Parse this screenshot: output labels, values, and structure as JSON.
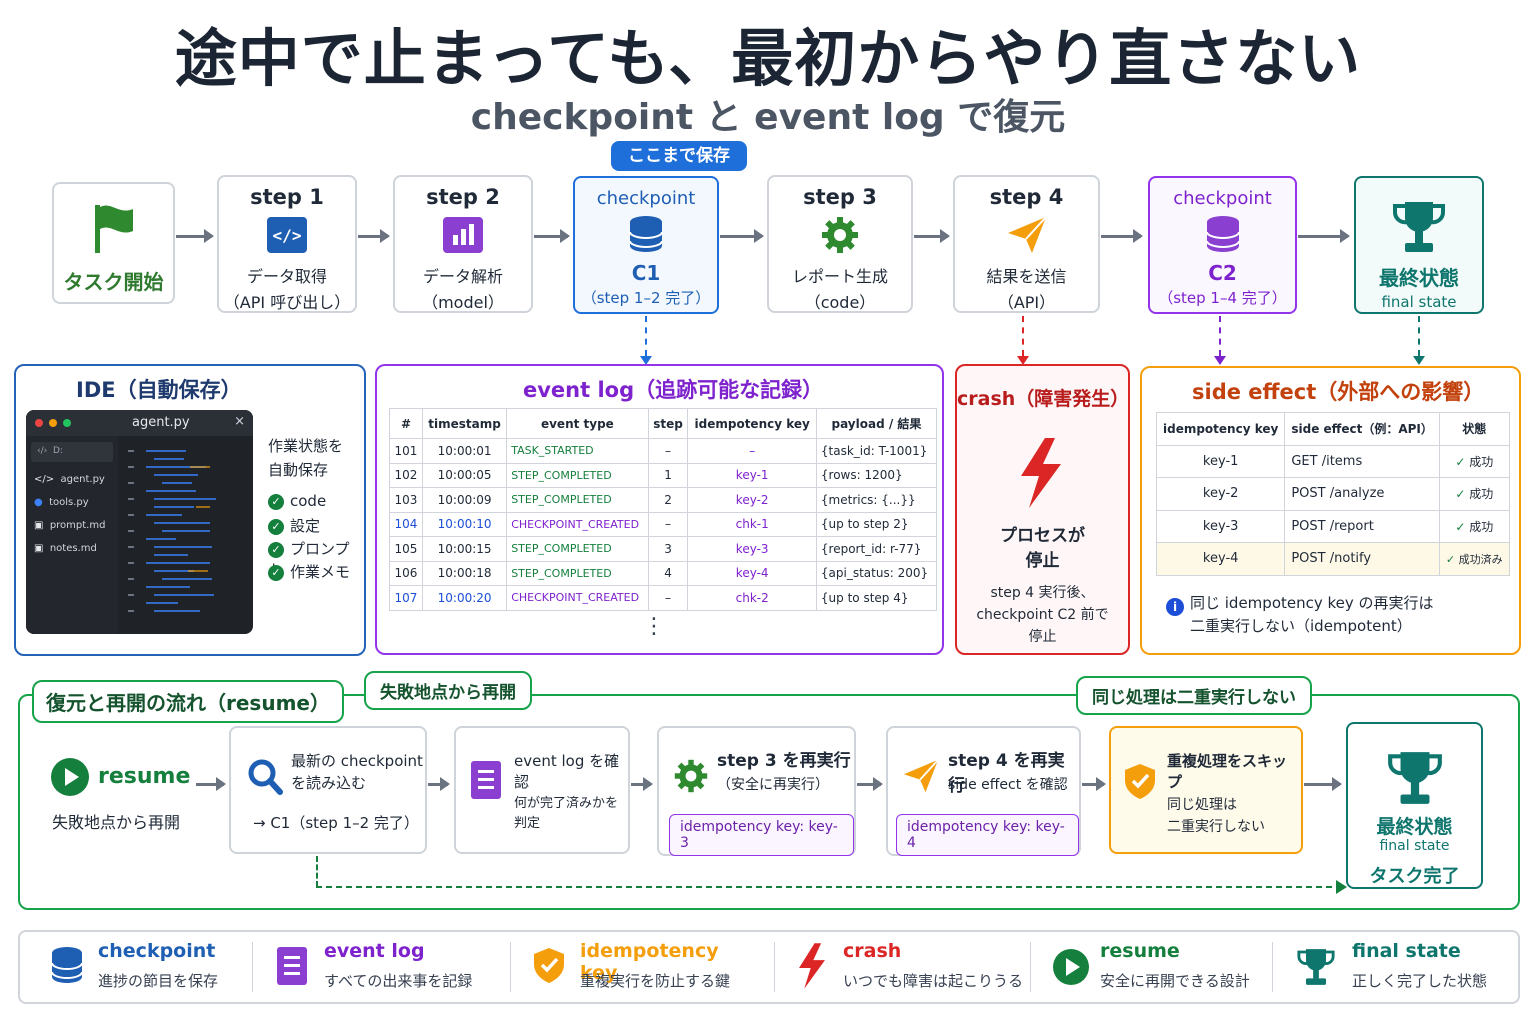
{
  "title": "途中で止まっても、最初からやり直さない",
  "subtitle": "checkpoint と event log で復元",
  "flow": {
    "start_label": "タスク開始",
    "saved_here": "ここまで保存",
    "step1": {
      "head": "step 1",
      "l1": "データ取得",
      "l2": "（API 呼び出し）"
    },
    "step2": {
      "head": "step 2",
      "l1": "データ解析",
      "l2": "（model）"
    },
    "cp1": {
      "head": "checkpoint",
      "l1": "C1",
      "l2": "（step 1–2 完了）"
    },
    "step3": {
      "head": "step 3",
      "l1": "レポート生成",
      "l2": "（code）"
    },
    "step4": {
      "head": "step 4",
      "l1": "結果を送信",
      "l2": "（API）"
    },
    "cp2": {
      "head": "checkpoint",
      "l1": "C2",
      "l2": "（step 1–4 完了）"
    },
    "final": {
      "l1": "最終状態",
      "l2": "final state"
    }
  },
  "ide": {
    "title": "IDE（自動保存）",
    "filename": "agent.py",
    "close": "×",
    "files": [
      "agent.py",
      "tools.py",
      "prompt.md",
      "notes.md"
    ],
    "dir": "D:",
    "autosave_label": "作業状態を\n自動保存",
    "items": [
      "code",
      "設定",
      "プロンプト",
      "作業メモ"
    ]
  },
  "eventlog": {
    "title": "event log（追跡可能な記録）",
    "headers": [
      "#",
      "timestamp",
      "event type",
      "step",
      "idempotency key",
      "payload / 結果"
    ],
    "rows": [
      [
        "101",
        "10:00:01",
        "TASK_STARTED",
        "–",
        "–",
        "{task_id: T-1001}"
      ],
      [
        "102",
        "10:00:05",
        "STEP_COMPLETED",
        "1",
        "key-1",
        "{rows: 1200}"
      ],
      [
        "103",
        "10:00:09",
        "STEP_COMPLETED",
        "2",
        "key-2",
        "{metrics: {...}}"
      ],
      [
        "104",
        "10:00:10",
        "CHECKPOINT_CREATED",
        "–",
        "chk-1",
        "{up to step 2}"
      ],
      [
        "105",
        "10:00:15",
        "STEP_COMPLETED",
        "3",
        "key-3",
        "{report_id: r-77}"
      ],
      [
        "106",
        "10:00:18",
        "STEP_COMPLETED",
        "4",
        "key-4",
        "{api_status: 200}"
      ],
      [
        "107",
        "10:00:20",
        "CHECKPOINT_CREATED",
        "–",
        "chk-2",
        "{up to step 4}"
      ]
    ],
    "more": "⋮"
  },
  "crash": {
    "title": "crash（障害発生）",
    "stop": "プロセスが\n停止",
    "desc": "step 4 実行後、\ncheckpoint C2 前で\n停止"
  },
  "sideeffect": {
    "title": "side effect（外部への影響）",
    "headers": [
      "idempotency key",
      "side effect（例：API）",
      "状態"
    ],
    "rows": [
      [
        "key-1",
        "GET /items",
        "成功"
      ],
      [
        "key-2",
        "POST /analyze",
        "成功"
      ],
      [
        "key-3",
        "POST /report",
        "成功"
      ],
      [
        "key-4",
        "POST /notify",
        "成功済み"
      ]
    ],
    "note": "同じ idempotency key の再実行は\n二重実行しない（idempotent）"
  },
  "resume": {
    "title": "復元と再開の流れ（resume）",
    "bubble1": "失敗地点から再開",
    "bubble2": "同じ処理は二重実行しない",
    "resume_label": "resume",
    "resume_desc": "失敗地点から再開",
    "b1_l1": "最新の checkpoint",
    "b1_l2": "を読み込む",
    "b1_l3": "→ C1（step 1–2 完了）",
    "b2_l1": "event log を確認",
    "b2_l2": "何が完了済みかを\n判定",
    "b3_l1": "step 3 を再実行",
    "b3_l2": "（安全に再実行）",
    "b3_chip": "idempotency key: key-3",
    "b4_l1": "step 4 を再実行",
    "b4_l2": "side effect を確認",
    "b4_chip": "idempotency key: key-4",
    "b5_l1": "重複処理をスキップ",
    "b5_l2": "同じ処理は\n二重実行しない",
    "final_l1": "最終状態",
    "final_l2": "final state",
    "final_l3": "タスク完了"
  },
  "legend": [
    {
      "title": "checkpoint",
      "desc": "進捗の節目を保存",
      "color": "#1e5fb4"
    },
    {
      "title": "event log",
      "desc": "すべての出来事を記録",
      "color": "#7e22ce"
    },
    {
      "title": "idempotency key",
      "desc": "重複実行を防止する鍵",
      "color": "#f59e0b"
    },
    {
      "title": "crash",
      "desc": "いつでも障害は起こりうる",
      "color": "#dc2626"
    },
    {
      "title": "resume",
      "desc": "安全に再開できる設計",
      "color": "#15803d"
    },
    {
      "title": "final state",
      "desc": "正しく完了した状態",
      "color": "#0f766e"
    }
  ]
}
